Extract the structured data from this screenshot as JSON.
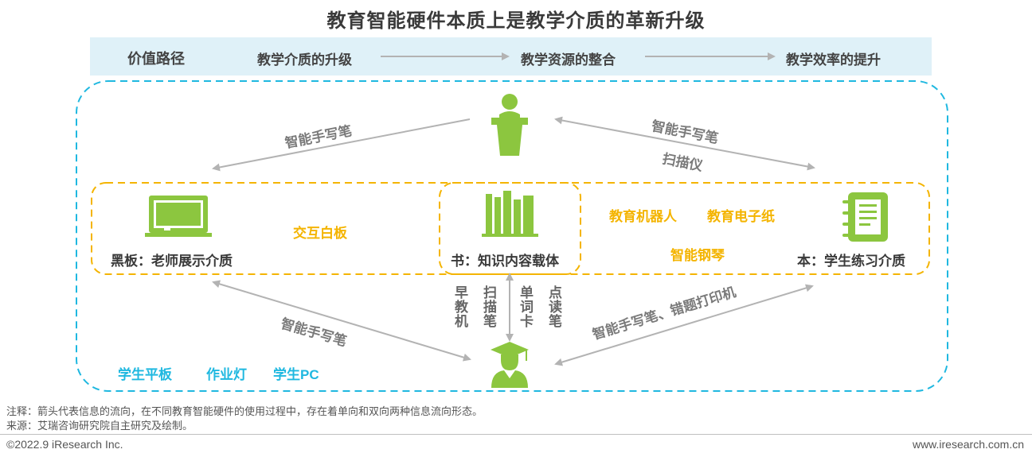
{
  "title": "教育智能硬件本质上是教学介质的革新升级",
  "value_path": {
    "label": "价值路径",
    "steps": [
      "教学介质的升级",
      "教学资源的整合",
      "教学效率的提升"
    ]
  },
  "media": {
    "blackboard": "黑板：老师展示介质",
    "book": "书：知识内容载体",
    "notebook": "本：学生练习介质"
  },
  "devices": {
    "interactive_whiteboard": "交互白板",
    "robot": "教育机器人",
    "epaper": "教育电子纸",
    "piano": "智能钢琴",
    "tablet": "学生平板",
    "lamp": "作业灯",
    "pc": "学生PC"
  },
  "arrow_labels": {
    "teacher_to_board": "智能手写笔",
    "teacher_notebook_1": "智能手写笔",
    "teacher_notebook_2": "扫描仪",
    "board_student": "智能手写笔",
    "student_notebook": "智能手写笔、错题打印机"
  },
  "book_student_devices": [
    "早教机",
    "扫描笔",
    "单词卡",
    "点读笔"
  ],
  "colors": {
    "accent_green": "#8cc63f",
    "accent_yellow": "#f4b400",
    "accent_cyan": "#1fb8e0",
    "banner_bg": "#dff1f8",
    "arrow_grey": "#b3b3b3"
  },
  "icons": [
    "podium-teacher-icon",
    "blackboard-icon",
    "books-icon",
    "notebook-icon",
    "graduate-student-icon"
  ],
  "footer": {
    "note": "注释：箭头代表信息的流向，在不同教育智能硬件的使用过程中，存在着单向和双向两种信息流向形态。",
    "source": "来源：艾瑞咨询研究院自主研究及绘制。",
    "copyright": "©2022.9 iResearch Inc.",
    "website": "www.iresearch.com.cn"
  }
}
